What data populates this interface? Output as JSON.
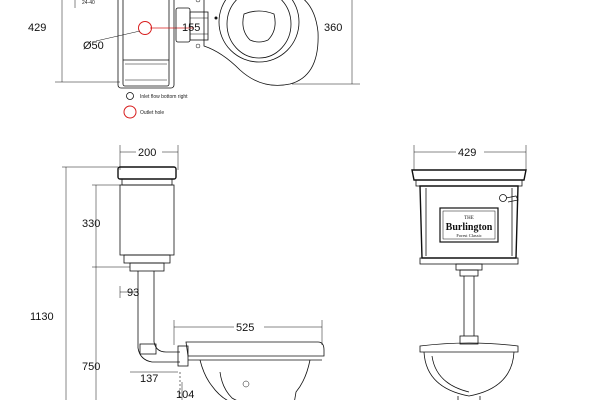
{
  "dimensions": {
    "top_partial": "24-40",
    "top_height": "429",
    "outlet_diameter": "Ø50",
    "outlet_offset": "155",
    "pan_depth": "360",
    "cistern_width_side": "200",
    "cistern_height": "330",
    "pipe_offset": "93",
    "overall_height": "1130",
    "pan_length": "525",
    "pan_height": "750",
    "pan_outlet_offset": "137",
    "pan_outlet_height": "104",
    "cistern_width_front": "429"
  },
  "legend": {
    "items": [
      {
        "symbol": "small-circle",
        "label": "Inlet flow bottom right"
      },
      {
        "symbol": "red-circle",
        "label": "Outlet hole"
      }
    ]
  },
  "badge": {
    "line1": "THE",
    "line2": "Burlington",
    "line3": "Forest Classic"
  },
  "colors": {
    "line": "#111111",
    "accent": "#d81e1e"
  }
}
